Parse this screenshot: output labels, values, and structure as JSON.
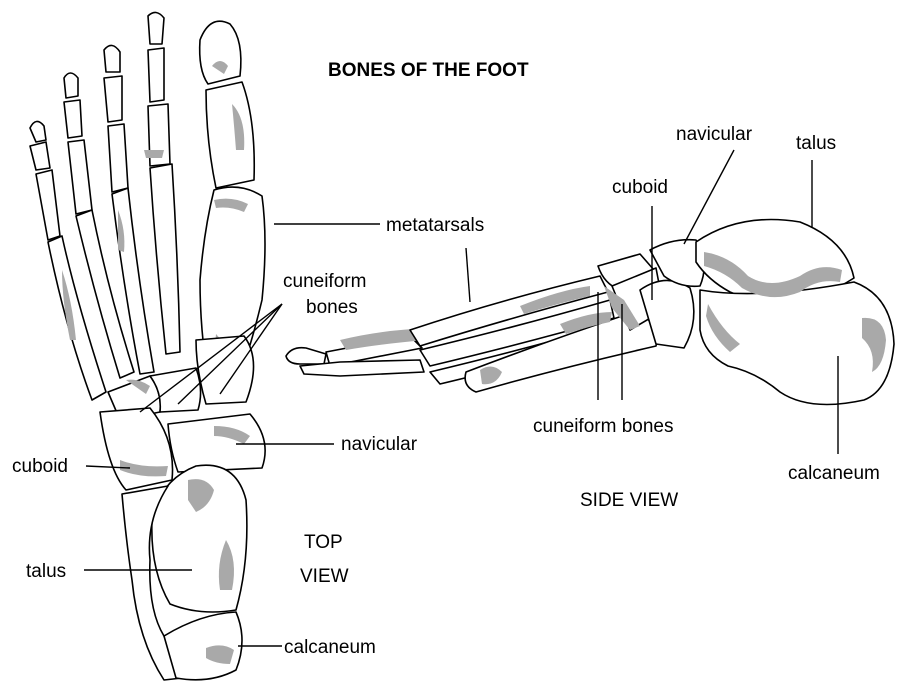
{
  "title": "BONES OF THE FOOT",
  "top_view": {
    "caption_line1": "TOP",
    "caption_line2": "VIEW",
    "labels": {
      "metatarsals": "metatarsals",
      "cuneiform_line1": "cuneiform",
      "cuneiform_line2": "bones",
      "cuboid": "cuboid",
      "navicular": "navicular",
      "talus": "talus",
      "calcaneum": "calcaneum"
    }
  },
  "side_view": {
    "caption": "SIDE VIEW",
    "labels": {
      "navicular": "navicular",
      "talus": "talus",
      "cuboid": "cuboid",
      "cuneiform_bones": "cuneiform bones",
      "calcaneum": "calcaneum"
    }
  },
  "colors": {
    "bone_fill": "#ffffff",
    "outline": "#000000",
    "shading": "#a9a9a9"
  }
}
